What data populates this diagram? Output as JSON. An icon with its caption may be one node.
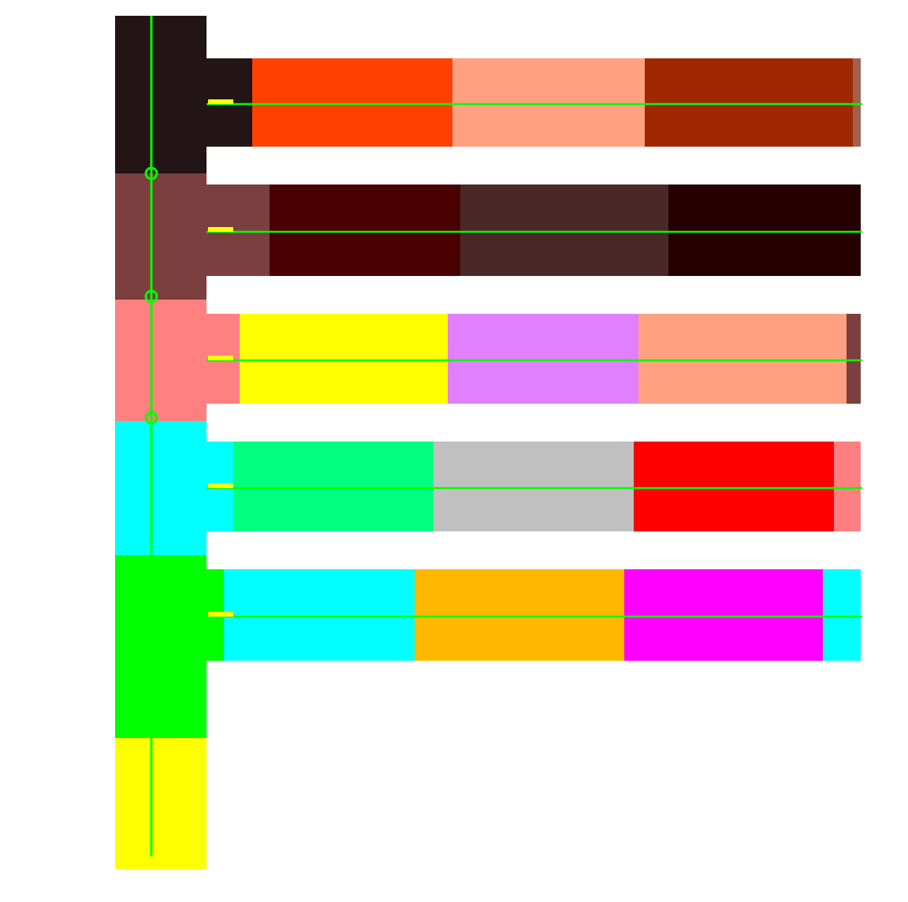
{
  "diagram": {
    "nodes": [
      {
        "text": [],
        "shape": "bar"
      },
      {
        "text": [],
        "shape": "box",
        "in": 0
      },
      {
        "text": [],
        "shape": "box",
        "in": 0
      },
      {
        "text": [],
        "shape": "box",
        "in": 0
      },
      {
        "text": [],
        "shape": "box",
        "in": 0
      },
      {
        "text": [],
        "shape": "box",
        "in": 0
      },
      {
        "text": [],
        "shape": "box",
        "in": 0
      },
      {
        "text": [],
        "shape": "bar"
      },
      {
        "text": [],
        "shape": "box",
        "in": 7
      },
      {
        "text": [],
        "shape": "box",
        "in": 7
      },
      {
        "text": [],
        "shape": "box",
        "in": 7
      },
      {
        "text": [],
        "shape": "box",
        "in": 7
      },
      {
        "text": [],
        "shape": "box",
        "in": 7
      },
      {
        "text": [],
        "shape": "bar"
      },
      {
        "text": [],
        "shape": "box",
        "in": 13
      },
      {
        "text": [],
        "shape": "box",
        "in": 13
      },
      {
        "text": [],
        "shape": "box",
        "in": 13
      },
      {
        "text": [],
        "shape": "box",
        "in": 13
      },
      {
        "text": [],
        "shape": "bar"
      },
      {
        "text": [],
        "shape": "box",
        "in": 18
      },
      {
        "text": [],
        "shape": "box",
        "in": 18
      },
      {
        "text": [],
        "shape": "box",
        "in": 18
      },
      {
        "text": [],
        "shape": "box",
        "in": 18
      },
      {
        "text": [],
        "shape": "box",
        "in": 18
      },
      {
        "text": [],
        "shape": "bar"
      },
      {
        "text": [],
        "shape": "box",
        "in": 24
      },
      {
        "text": [],
        "shape": "box",
        "in": 24
      },
      {
        "text": [],
        "shape": "box",
        "in": 24
      },
      {
        "text": [],
        "shape": "box",
        "in": 24
      },
      {
        "text": [],
        "shape": "box",
        "in": 24
      },
      {
        "text": [],
        "shape": "bar"
      },
      {
        "text": [],
        "shape": "box",
        "in": 30
      },
      {
        "text": [],
        "shape": "box",
        "in": 30
      },
      {
        "text": [],
        "shape": "box",
        "in": 30
      },
      {
        "text": [],
        "shape": "box",
        "in": 30
      },
      {
        "text": [],
        "shape": "box",
        "in": 30
      }
    ]
  }
}
